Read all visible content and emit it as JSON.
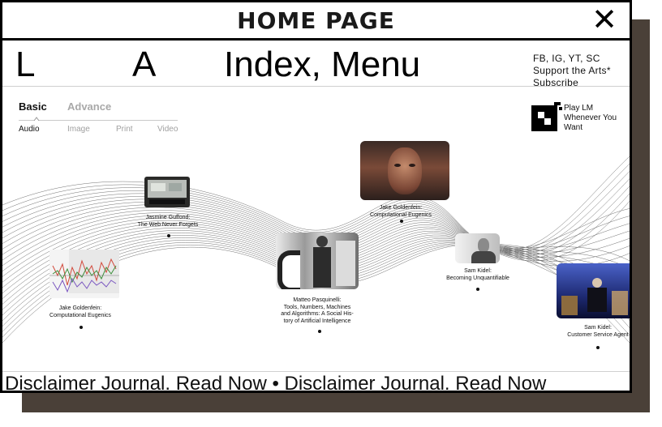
{
  "window": {
    "title": "HOME PAGE",
    "close_glyph": "✕"
  },
  "nav": {
    "left_letter": "L",
    "mid_letter": "A",
    "menu_label": "Index, Menu",
    "social_links": "FB, IG, YT, SC",
    "support_link": "Support the Arts*",
    "subscribe_link": "Subscribe"
  },
  "tabs": {
    "primary": [
      "Basic",
      "Advance"
    ],
    "secondary": [
      "Audio",
      "Image",
      "Print",
      "Video"
    ]
  },
  "play": {
    "icon": "lm-logo-icon",
    "text": "Play LM Whenever You Want"
  },
  "items": [
    {
      "id": "guffond",
      "title": "Jasmine Guffond:",
      "subtitle": "The Web Never Forgets"
    },
    {
      "id": "goldenfein-top",
      "title": "Jake Goldenfein:",
      "subtitle": "Computational Eugenics"
    },
    {
      "id": "goldenfein-left",
      "title": "Jake Goldenfein:",
      "subtitle": "Computational Eugenics"
    },
    {
      "id": "pasquinelli",
      "title": "Matteo Pasquinelli:",
      "lines": [
        "Tools, Numbers, Machines",
        "and Algorithms: A Social His-",
        "tory of Artificial Intelligence"
      ]
    },
    {
      "id": "kidel-1",
      "title": "Sam Kidel:",
      "subtitle": "Becoming Unquantifiable"
    },
    {
      "id": "kidel-2",
      "title": "Sam Kidel:",
      "subtitle": "Customer Service Agent"
    }
  ],
  "ticker": {
    "text": "Disclaimer Journal. Read Now  •  Disclaimer Journal. Read Now"
  },
  "colors": {
    "shadow": "#4a4038",
    "border": "#000000",
    "muted": "#a9a9a9"
  }
}
